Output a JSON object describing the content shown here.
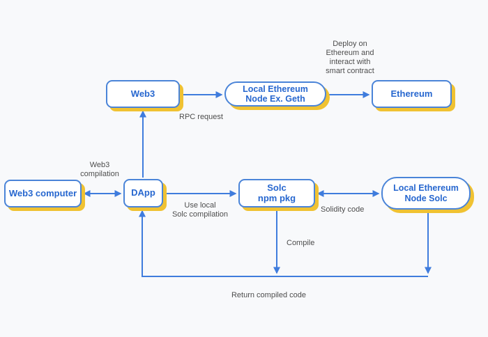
{
  "diagram": {
    "colors": {
      "background": "#f8f9fb",
      "node_border": "#4a84d8",
      "node_text": "#2767cf",
      "node_shadow": "#f0c232",
      "arrow": "#3f7cdd",
      "label_text": "#4d4d4d"
    },
    "nodes": [
      {
        "id": "web3",
        "label": "Web3",
        "shape": "rect"
      },
      {
        "id": "geth",
        "label": "Local Ethereum\nNode Ex. Geth",
        "shape": "stadium"
      },
      {
        "id": "ethereum",
        "label": "Ethereum",
        "shape": "rect"
      },
      {
        "id": "web3-computer",
        "label": "Web3 computer",
        "shape": "rect"
      },
      {
        "id": "dapp",
        "label": "DApp",
        "shape": "rect"
      },
      {
        "id": "solc",
        "label": "Solc\nnpm pkg",
        "shape": "rect"
      },
      {
        "id": "solc-node",
        "label": "Local Ethereum\nNode Solc",
        "shape": "stadium"
      }
    ],
    "edges": [
      {
        "from": "web3",
        "to": "geth",
        "direction": "one-way"
      },
      {
        "from": "geth",
        "to": "ethereum",
        "direction": "one-way"
      },
      {
        "from": "dapp",
        "to": "web3",
        "direction": "one-way"
      },
      {
        "from": "web3-computer",
        "to": "dapp",
        "direction": "two-way"
      },
      {
        "from": "dapp",
        "to": "solc",
        "direction": "one-way"
      },
      {
        "from": "solc",
        "to": "solc-node",
        "direction": "two-way"
      },
      {
        "from": "solc",
        "to": "return-line",
        "direction": "one-way"
      },
      {
        "from": "solc-node",
        "to": "return-line",
        "direction": "one-way"
      },
      {
        "from": "return-line",
        "to": "dapp",
        "direction": "one-way"
      }
    ],
    "edge_labels": [
      {
        "id": "deploy",
        "text": "Deploy on\nEthereum and\ninteract with\nsmart contract"
      },
      {
        "id": "rpc-request",
        "text": "RPC request"
      },
      {
        "id": "web3-compilation",
        "text": "Web3\ncompilation"
      },
      {
        "id": "use-local",
        "text": "Use local\nSolc compilation"
      },
      {
        "id": "solidity-code",
        "text": "Solidity code"
      },
      {
        "id": "compile",
        "text": "Compile"
      },
      {
        "id": "return-compiled",
        "text": "Return compiled code"
      }
    ]
  }
}
